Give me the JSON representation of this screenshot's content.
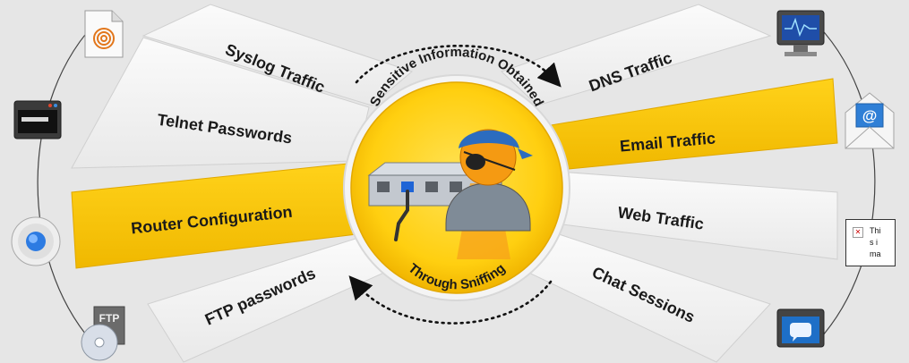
{
  "hub": {
    "top_text": "Sensitive Information Obtained",
    "bottom_text": "Through Sniffing"
  },
  "left_sectors": [
    {
      "label": "Syslog Traffic",
      "highlighted": false
    },
    {
      "label": "Telnet Passwords",
      "highlighted": false
    },
    {
      "label": "Router Configuration",
      "highlighted": true
    },
    {
      "label": "FTP passwords",
      "highlighted": false
    }
  ],
  "right_sectors": [
    {
      "label": "DNS Traffic",
      "highlighted": false
    },
    {
      "label": "Email Traffic",
      "highlighted": true
    },
    {
      "label": "Web Traffic",
      "highlighted": false
    },
    {
      "label": "Chat Sessions",
      "highlighted": false
    }
  ],
  "broken_image": {
    "alt_text": "This ima"
  },
  "left_icons": [
    "fingerprint-document-icon",
    "terminal-window-icon",
    "network-button-icon",
    "ftp-disc-icon"
  ],
  "right_icons": [
    "monitor-icon",
    "email-envelope-icon",
    "broken-image-icon",
    "chat-window-icon"
  ],
  "colors": {
    "highlight": "#f5c000",
    "sector": "#f4f4f4",
    "hub_fill": "#ffd21a",
    "hub_ring": "#f2f2f2",
    "background": "#e6e6e6"
  }
}
